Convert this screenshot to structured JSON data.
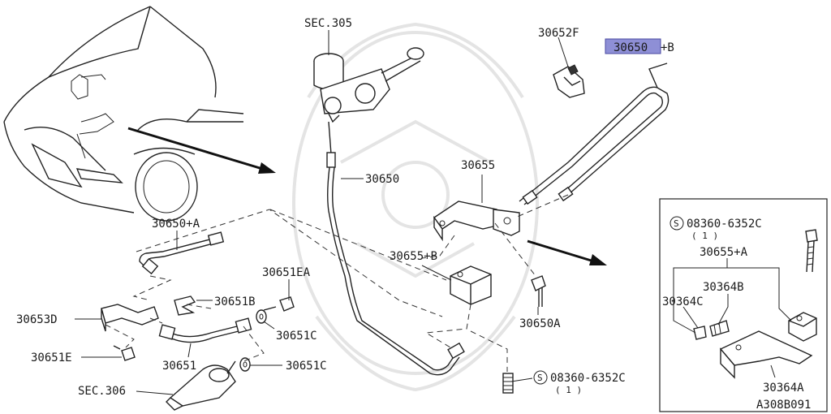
{
  "diagram": {
    "labels": {
      "sec305": "SEC.305",
      "p30652F": "30652F",
      "p30650_hl": "30650",
      "p30650_hl_suffix": "+B",
      "p30650_mid": "30650",
      "p30655": "30655",
      "p30650A_plus": "30650+A",
      "p30655B": "30655+B",
      "p30651EA": "30651EA",
      "p30651B": "30651B",
      "p30653D": "30653D",
      "p30651C_a": "30651C",
      "p30651C_b": "30651C",
      "p30651E": "30651E",
      "p30651": "30651",
      "sec306": "SEC.306",
      "p30650A": "30650A",
      "bolt_bottom": "08360-6352C",
      "bolt_bottom_qty": "( 1 )",
      "bolt_inset": "08360-6352C",
      "bolt_inset_qty": "( 1 )",
      "p30655_plus_A": "30655+A",
      "p30364B": "30364B",
      "p30364C": "30364C",
      "p30364A": "30364A",
      "code": "A308B091",
      "s_symbol": "S"
    },
    "highlight_color": "#8e8fd6"
  }
}
